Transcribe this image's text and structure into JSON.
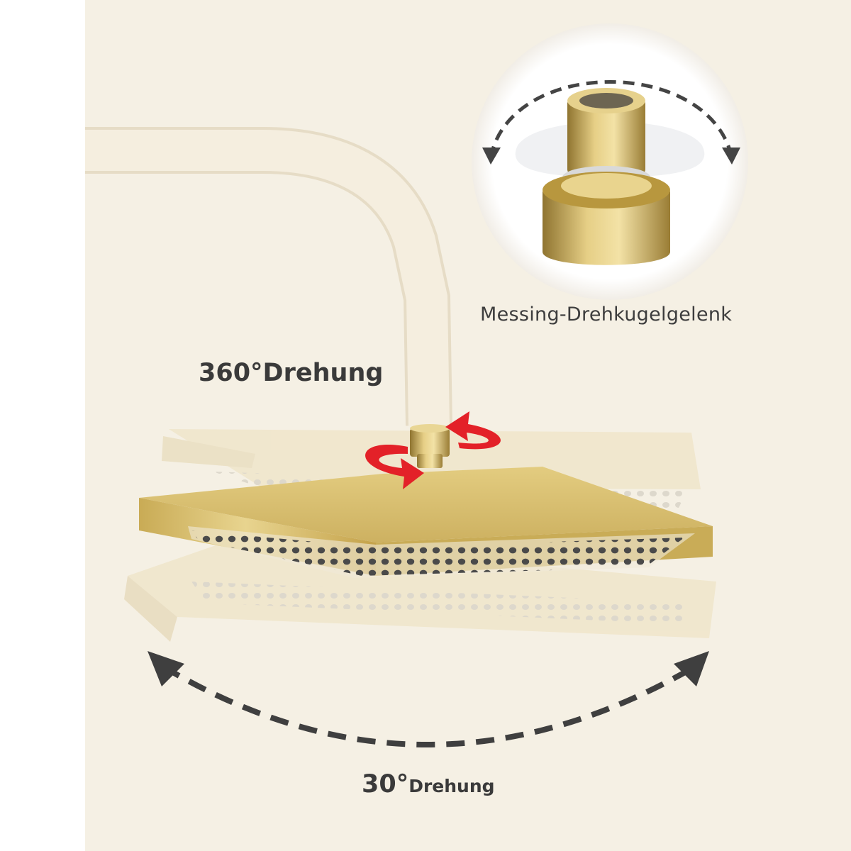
{
  "labels": {
    "joint": "Messing-Drehkugelgelenk",
    "rotation_360": "360°Drehung",
    "rotation_30_number": "30°",
    "rotation_30_text": "Drehung"
  },
  "colors": {
    "background": "#f5f0e4",
    "arm": "#f4ecdc",
    "gold": "#d8bf6c",
    "red_arrow": "#e32128",
    "dark_arrow": "#3f3f3f"
  },
  "icons": {
    "rotation_arrows": "red-rotation-arrows-icon",
    "tilt_arrows": "dashed-double-arrow-icon"
  }
}
